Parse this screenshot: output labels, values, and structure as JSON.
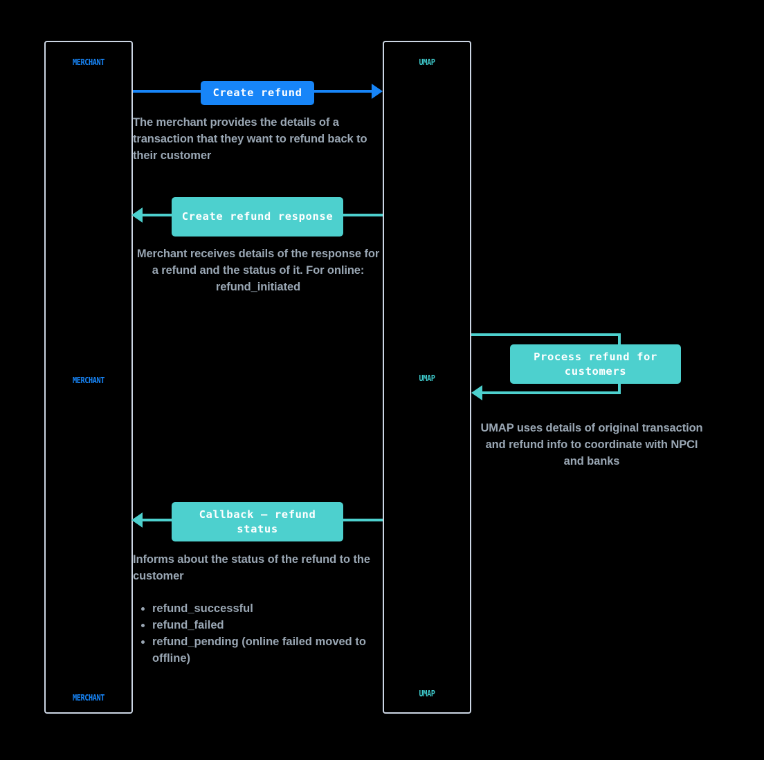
{
  "diagram": {
    "type": "sequence-diagram",
    "background_color": "#000000",
    "colors": {
      "merchant_accent": "#1785f8",
      "umap_accent": "#4dd0ce",
      "lifeline_border": "#ccd6e4",
      "description_text": "#9aa7b4",
      "chip_text": "#ffffff"
    },
    "participants": [
      {
        "id": "merchant",
        "name": "MERCHANT",
        "color": "#1785f8",
        "label_occurrences": [
          "MERCHANT",
          "MERCHANT",
          "MERCHANT"
        ]
      },
      {
        "id": "umap",
        "name": "UMAP",
        "color": "#4dd0ce",
        "label_occurrences": [
          "UMAP",
          "UMAP",
          "UMAP"
        ]
      }
    ],
    "messages": [
      {
        "index": 1,
        "label": "Create refund",
        "from": "merchant",
        "to": "umap",
        "direction": "right",
        "color": "#1785f8",
        "description": "The merchant provides the details of a transaction that they want to refund back to their customer",
        "description_align": "left"
      },
      {
        "index": 2,
        "label": "Create refund response",
        "from": "umap",
        "to": "merchant",
        "direction": "left",
        "color": "#4dd0ce",
        "description": "Merchant receives details of the response for a refund and the status of it. For online: refund_initiated",
        "description_align": "center"
      },
      {
        "index": 3,
        "label": "Process refund for customers",
        "from": "umap",
        "to": "umap",
        "direction": "self-loop",
        "color": "#4dd0ce",
        "description": "UMAP uses details of original transaction and refund info to coordinate with NPCI and banks",
        "description_align": "center"
      },
      {
        "index": 4,
        "label": "Callback — refund status",
        "from": "umap",
        "to": "merchant",
        "direction": "left",
        "color": "#4dd0ce",
        "description": "Informs about the status of the refund to the customer",
        "description_align": "left",
        "bullets": [
          "refund_successful",
          "refund_failed",
          "refund_pending (online failed moved to offline)"
        ]
      }
    ]
  }
}
